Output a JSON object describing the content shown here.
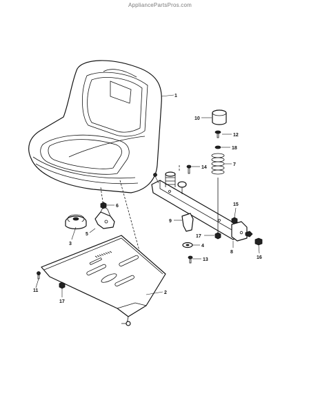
{
  "watermark": "AppliancePartsPros.com",
  "callouts": {
    "p1": "1",
    "p2": "2",
    "p3": "3",
    "p4": "4",
    "p5": "5",
    "p6": "6",
    "p7": "7",
    "p8": "8",
    "p9": "9",
    "p10": "10",
    "p11": "11",
    "p12": "12",
    "p13": "13",
    "p14": "14",
    "p15": "15",
    "p16": "16",
    "p17a": "17",
    "p17b": "17",
    "p18": "18"
  }
}
